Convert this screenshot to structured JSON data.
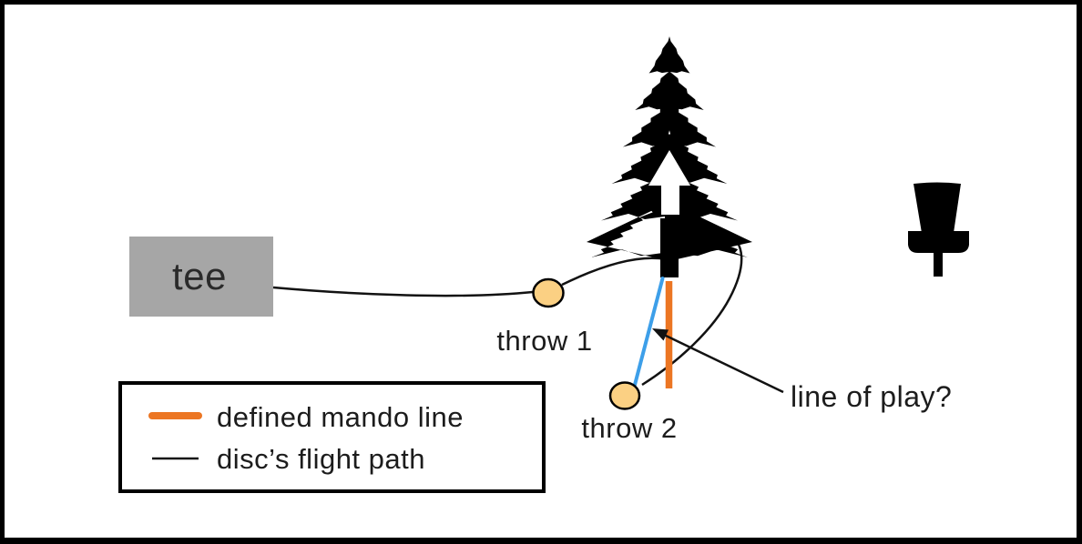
{
  "diagram": {
    "tee": {
      "label": "tee"
    },
    "throw1": {
      "label": "throw 1"
    },
    "throw2": {
      "label": "throw 2"
    },
    "annotation": {
      "label": "line of play?"
    },
    "legend": {
      "items": [
        {
          "label": "defined mando line",
          "swatch": "mando-line-swatch"
        },
        {
          "label": "disc’s flight path",
          "swatch": "flight-path-swatch"
        }
      ]
    },
    "icons": {
      "tree": "pine-tree-icon",
      "mando_arrow": "mando-direction-arrow-icon",
      "basket": "disc-golf-basket-icon"
    },
    "colors": {
      "mando_line": "#EC7623",
      "line_of_play": "#3D9FE9",
      "flight_path": "#121212",
      "lie_marker_fill": "#FBD083",
      "lie_marker_stroke": "#000000",
      "tee_fill": "#A6A6A6",
      "tree": "#000000",
      "frame": "#000000"
    }
  }
}
